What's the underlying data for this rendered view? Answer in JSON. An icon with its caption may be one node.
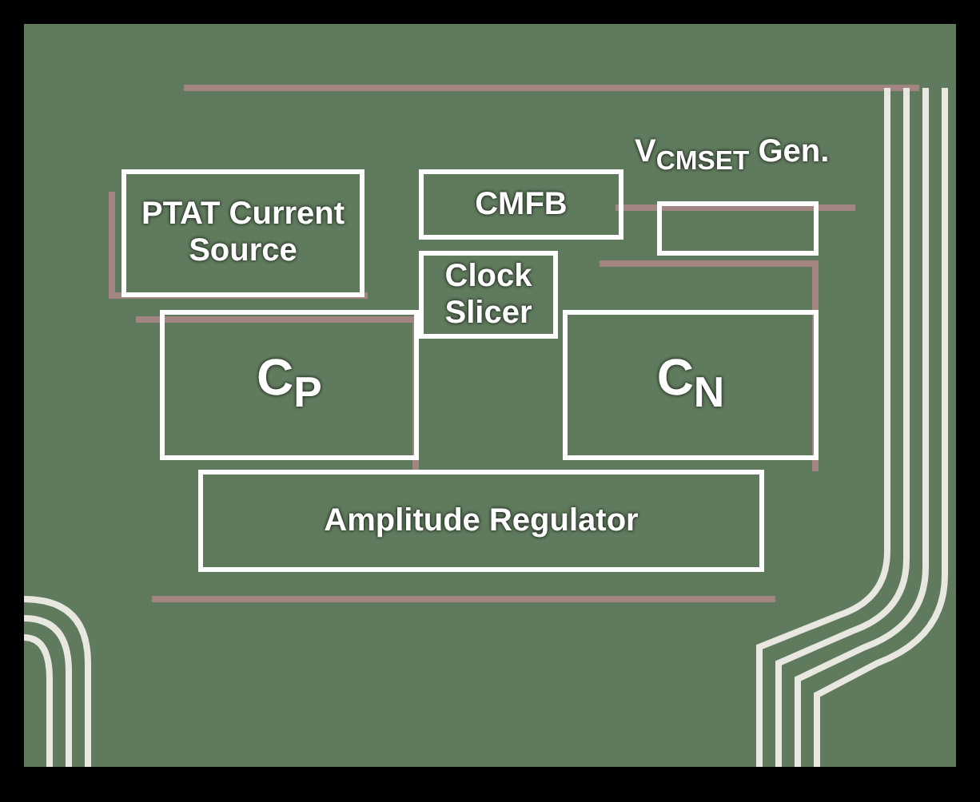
{
  "diagram": {
    "nodes": [
      {
        "text": [
          "PTAT Current Source"
        ]
      },
      {
        "text": [
          "CMFB"
        ]
      },
      {
        "text": [
          "V$_{CMSET}$ Gen."
        ]
      },
      {
        "text": [
          "Clock Slicer"
        ]
      },
      {
        "text": [
          "C$_{P}$"
        ]
      },
      {
        "text": [
          "C$_{N}$"
        ]
      },
      {
        "text": [
          "Amplitude Regulator"
        ]
      }
    ],
    "edges": []
  }
}
